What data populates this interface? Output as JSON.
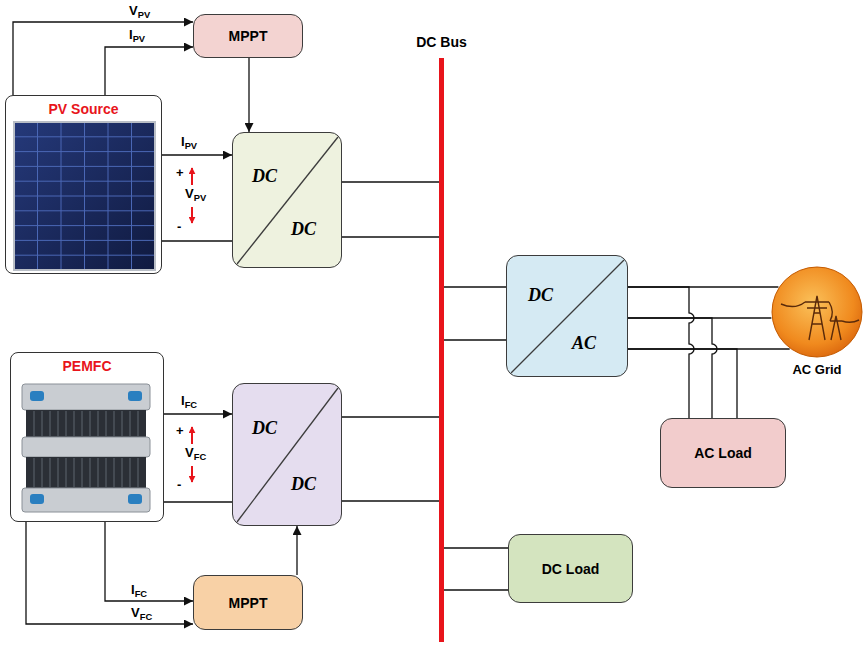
{
  "diagram": {
    "nodes": [
      {
        "text": [
          "PV Source"
        ]
      },
      {
        "text": [
          "MPPT"
        ]
      },
      {
        "text": [
          "DC",
          "DC"
        ]
      },
      {
        "text": [
          "DC Bus"
        ]
      },
      {
        "text": [
          "PEMFC"
        ]
      },
      {
        "text": [
          "DC",
          "DC"
        ]
      },
      {
        "text": [
          "MPPT"
        ]
      },
      {
        "text": [
          "DC",
          "AC"
        ]
      },
      {
        "text": [
          "AC Grid"
        ]
      },
      {
        "text": [
          "AC Load"
        ]
      },
      {
        "text": [
          "DC Load"
        ]
      }
    ],
    "edges": [
      {
        "from": 0,
        "to": 1,
        "arrow": "to",
        "label": "VPV"
      },
      {
        "from": 0,
        "to": 1,
        "arrow": "to",
        "label": "IPV"
      },
      {
        "from": 0,
        "to": 2,
        "arrow": "to",
        "label": "IPV"
      },
      {
        "from": 0,
        "to": 2,
        "arrow": "none"
      },
      {
        "from": 1,
        "to": 2,
        "arrow": "to"
      },
      {
        "from": 2,
        "to": 3,
        "arrow": "none"
      },
      {
        "from": 2,
        "to": 3,
        "arrow": "none"
      },
      {
        "from": 4,
        "to": 5,
        "arrow": "to",
        "label": "IFC"
      },
      {
        "from": 4,
        "to": 5,
        "arrow": "none"
      },
      {
        "from": 6,
        "to": 5,
        "arrow": "to"
      },
      {
        "from": 4,
        "to": 6,
        "arrow": "to",
        "label": "IFC"
      },
      {
        "from": 4,
        "to": 6,
        "arrow": "to",
        "label": "VFC"
      },
      {
        "from": 5,
        "to": 3,
        "arrow": "none"
      },
      {
        "from": 5,
        "to": 3,
        "arrow": "none"
      },
      {
        "from": 3,
        "to": 7,
        "arrow": "none"
      },
      {
        "from": 3,
        "to": 7,
        "arrow": "none"
      },
      {
        "from": 7,
        "to": 8,
        "arrow": "none"
      },
      {
        "from": 7,
        "to": 8,
        "arrow": "none"
      },
      {
        "from": 7,
        "to": 8,
        "arrow": "none"
      },
      {
        "from": 7,
        "to": 9,
        "arrow": "none"
      },
      {
        "from": 7,
        "to": 9,
        "arrow": "none"
      },
      {
        "from": 7,
        "to": 9,
        "arrow": "none"
      },
      {
        "from": 3,
        "to": 10,
        "arrow": "none"
      },
      {
        "from": 3,
        "to": 10,
        "arrow": "none"
      }
    ],
    "labels": [
      "+",
      "VPV",
      "-",
      "+",
      "VFC",
      "-"
    ]
  }
}
